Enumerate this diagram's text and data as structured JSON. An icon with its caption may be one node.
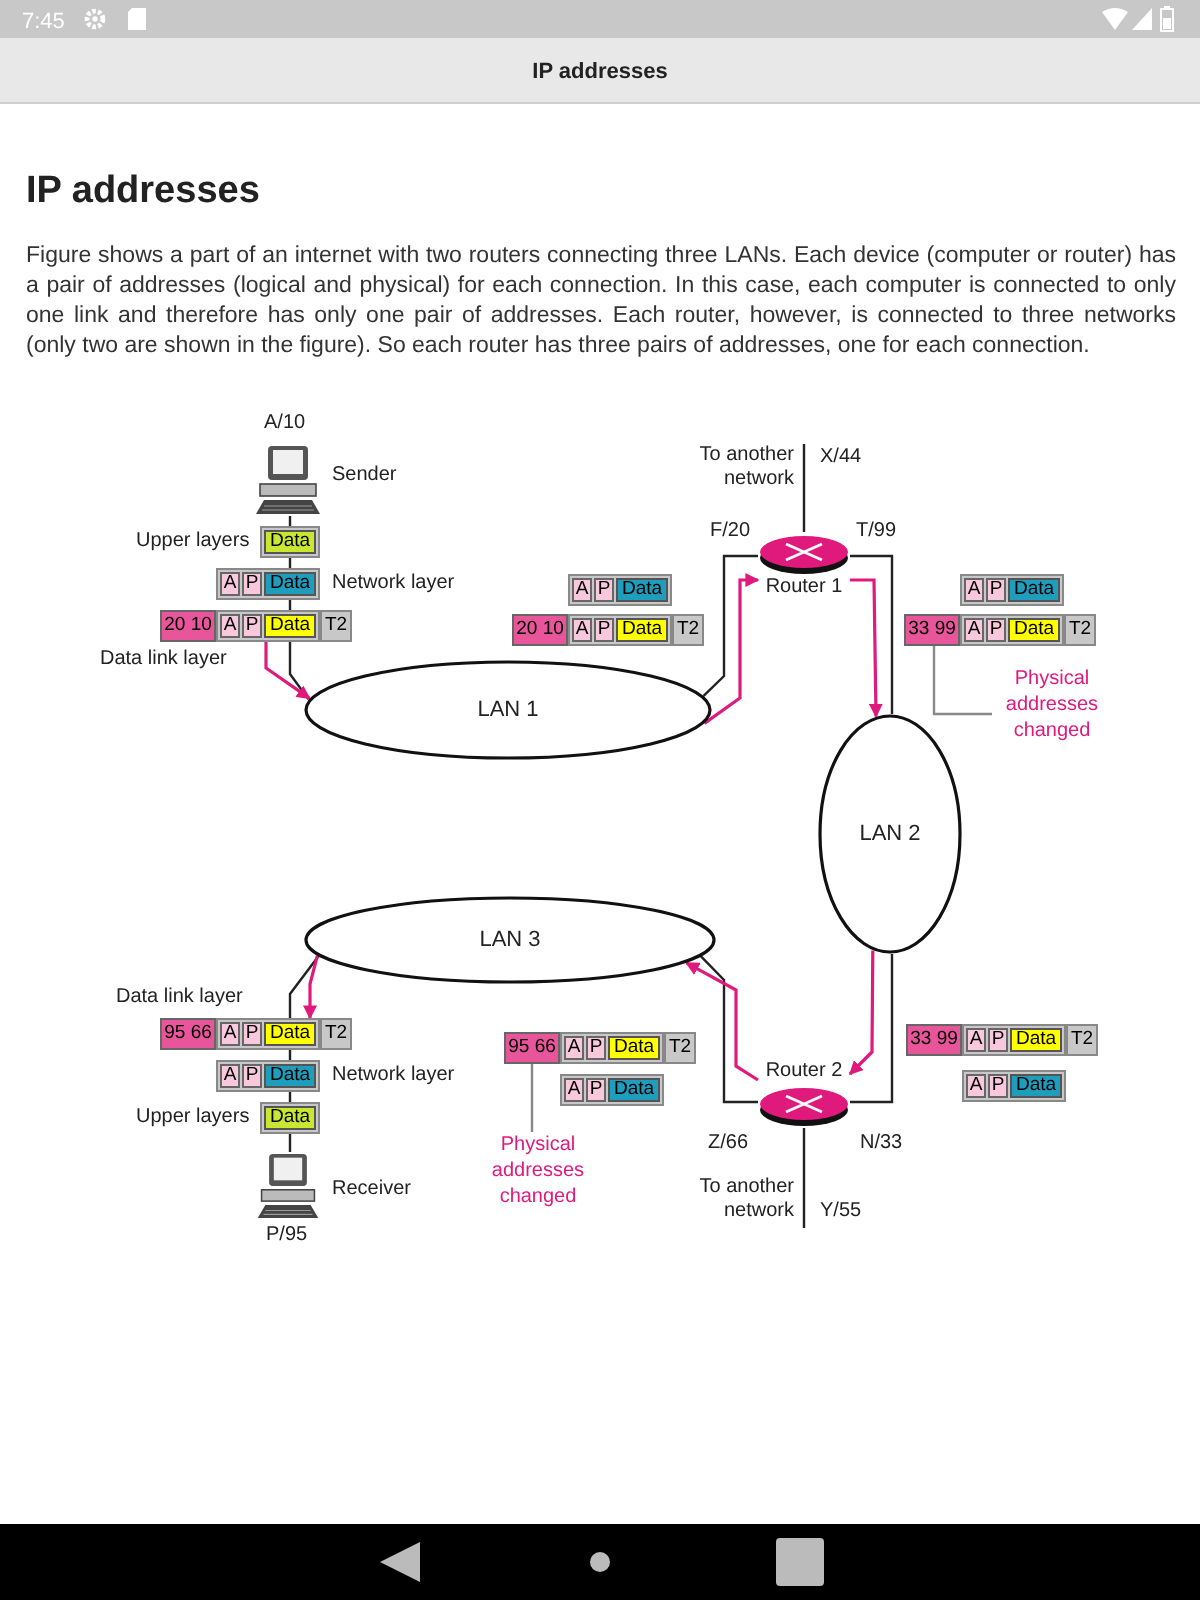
{
  "diagram": {
    "title": "IP addresses",
    "nodes": [
      {
        "text": [],
        "shape": "picture",
        "beside": [
          "A/10",
          "Sender"
        ]
      },
      {
        "text": [
          "Data"
        ],
        "beside": [
          "Upper layers"
        ]
      },
      {
        "text": [
          "A",
          "P",
          "Data"
        ],
        "beside": [
          "Network layer"
        ]
      },
      {
        "text": [
          "20 10",
          "A",
          "P",
          "Data",
          "T2"
        ],
        "beside": [
          "Data link layer"
        ]
      },
      {
        "text": [
          "LAN 1"
        ]
      },
      {
        "text": [
          "Router 1"
        ],
        "beside": [
          "F/20",
          "T/99"
        ]
      },
      {
        "text": [
          "A",
          "P",
          "Data"
        ]
      },
      {
        "text": [
          "20 10",
          "A",
          "P",
          "Data",
          "T2"
        ]
      },
      {
        "text": [
          "A",
          "P",
          "Data"
        ]
      },
      {
        "text": [
          "33 99",
          "A",
          "P",
          "Data",
          "T2"
        ]
      },
      {
        "text": [
          "Physical addresses changed"
        ]
      },
      {
        "text": [
          "LAN 2"
        ]
      },
      {
        "text": [
          "LAN 3"
        ]
      },
      {
        "text": [
          "95 66",
          "A",
          "P",
          "Data",
          "T2"
        ],
        "beside": [
          "Data link layer"
        ]
      },
      {
        "text": [
          "A",
          "P",
          "Data"
        ],
        "beside": [
          "Network layer"
        ]
      },
      {
        "text": [
          "Data"
        ],
        "beside": [
          "Upper layers"
        ]
      },
      {
        "text": [],
        "shape": "picture",
        "beside": [
          "Receiver",
          "P/95"
        ]
      },
      {
        "text": [
          "95 66",
          "A",
          "P",
          "Data",
          "T2"
        ]
      },
      {
        "text": [
          "A",
          "P",
          "Data"
        ]
      },
      {
        "text": [
          "Physical addresses changed"
        ]
      },
      {
        "text": [
          "Router 2"
        ],
        "beside": [
          "Z/66",
          "N/33"
        ]
      },
      {
        "text": [
          "33 99",
          "A",
          "P",
          "Data",
          "T2"
        ]
      },
      {
        "text": [
          "A",
          "P",
          "Data"
        ]
      },
      {
        "text": [
          "To another network"
        ],
        "beside": [
          "X/44"
        ]
      },
      {
        "text": [
          "To another network"
        ],
        "beside": [
          "Y/55"
        ]
      }
    ],
    "edges": [
      {
        "from": 0,
        "to": 1,
        "arrow": "none"
      },
      {
        "from": 1,
        "to": 2,
        "arrow": "none"
      },
      {
        "from": 2,
        "to": 3,
        "arrow": "none"
      },
      {
        "from": 3,
        "to": 4,
        "arrow": "none"
      },
      {
        "from": 3,
        "to": 4,
        "arrow": "to",
        "color": "#e0197d"
      },
      {
        "from": 4,
        "to": 5,
        "arrow": "none"
      },
      {
        "from": 4,
        "to": 5,
        "arrow": "to",
        "color": "#e0197d"
      },
      {
        "from": 5,
        "to": 11,
        "arrow": "none"
      },
      {
        "from": 5,
        "to": 11,
        "arrow": "to",
        "color": "#e0197d"
      },
      {
        "from": 11,
        "to": 20,
        "arrow": "none"
      },
      {
        "from": 11,
        "to": 20,
        "arrow": "to",
        "color": "#e0197d"
      },
      {
        "from": 20,
        "to": 12,
        "arrow": "none"
      },
      {
        "from": 20,
        "to": 12,
        "arrow": "to",
        "color": "#e0197d"
      },
      {
        "from": 12,
        "to": 13,
        "arrow": "none"
      },
      {
        "from": 12,
        "to": 13,
        "arrow": "to",
        "color": "#e0197d"
      },
      {
        "from": 13,
        "to": 14,
        "arrow": "none"
      },
      {
        "from": 14,
        "to": 15,
        "arrow": "none"
      },
      {
        "from": 15,
        "to": 16,
        "arrow": "none"
      },
      {
        "from": 5,
        "to": 23,
        "arrow": "none"
      },
      {
        "from": 20,
        "to": 24,
        "arrow": "none"
      },
      {
        "from": 10,
        "to": 9,
        "arrow": "none",
        "color": "#888888"
      },
      {
        "from": 19,
        "to": 17,
        "arrow": "none",
        "color": "#888888"
      }
    ],
    "labels": [
      "7:45",
      "IP addresses",
      "Figure shows a part of an internet with two routers connecting three LANs. Each device (computer or router) has a pair of addresses (logical and physical) for each connection. In this case, each computer is connected to only one link and therefore has only one pair of addresses. Each router, however, is connected to three networks (only two are shown in the figure). So each router has three pairs of addresses, one for each connection."
    ]
  }
}
